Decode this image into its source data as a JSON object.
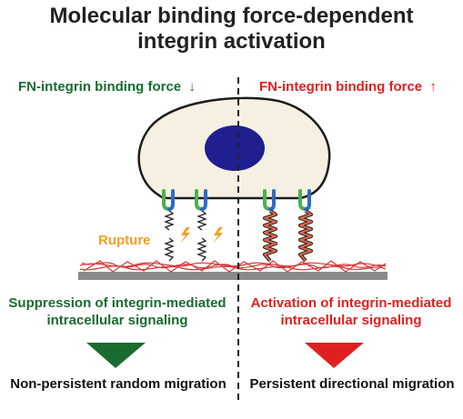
{
  "title": {
    "line1": "Molecular binding force-dependent",
    "line2": "integrin activation"
  },
  "left": {
    "force_label": "FN-integrin binding force",
    "force_arrow": "↓",
    "rupture_label": "Rupture",
    "signal_line1": "Suppression of integrin-mediated",
    "signal_line2": "intracellular signaling",
    "migration": "Non-persistent random migration"
  },
  "right": {
    "force_label": "FN-integrin binding force",
    "force_arrow": "↑",
    "signal_line1": "Activation of integrin-mediated",
    "signal_line2": "intracellular signaling",
    "migration": "Persistent directional migration"
  },
  "colors": {
    "green": "#1a6b2f",
    "red": "#e02020",
    "cell_fill": "#f6f0e2",
    "nucleus": "#1f1f8f",
    "substrate": "#8a8a8a",
    "fibronectin": "#d23b3b",
    "rupture": "#f2a020"
  },
  "icons": [
    "lightning-icon",
    "down-arrow-icon",
    "up-arrow-icon"
  ]
}
